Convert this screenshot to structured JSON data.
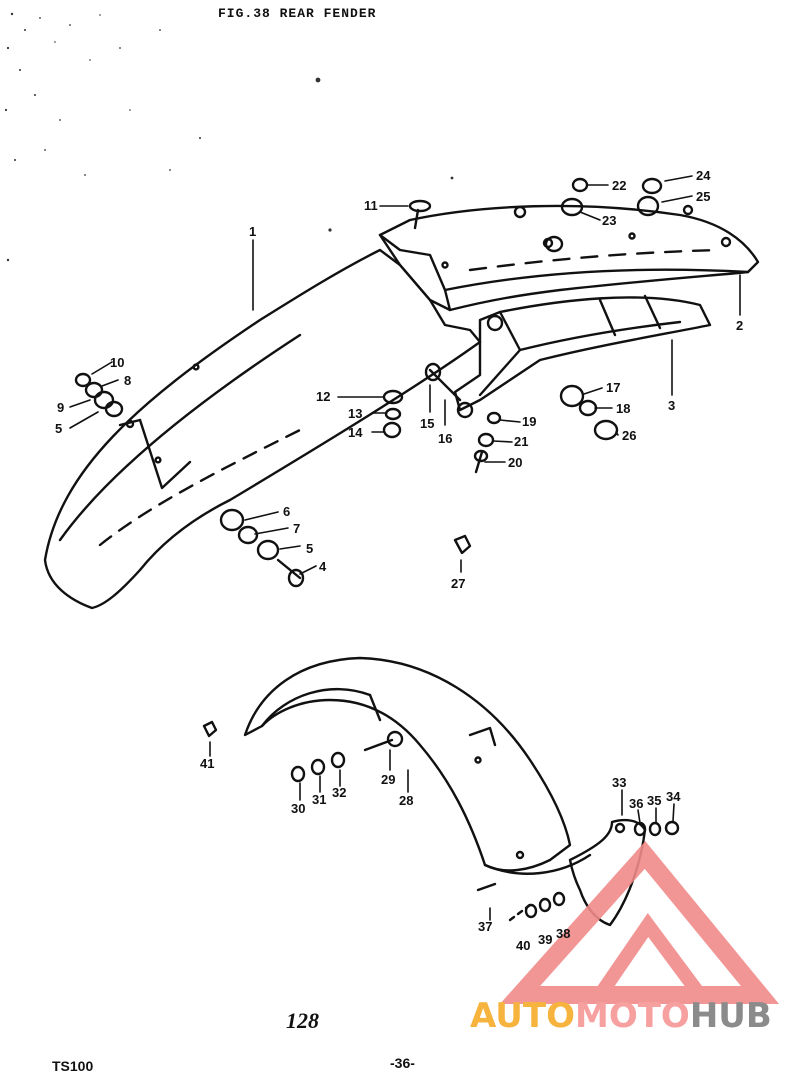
{
  "figure": {
    "title": "FIG.38 REAR FENDER",
    "page_number": "128",
    "model": "TS100",
    "footer": "-36-"
  },
  "watermark": {
    "part_a": "AUTO",
    "part_b": "MOTO",
    "part_c": "HUB",
    "color_a": "#f6b33d",
    "color_b": "#f7a0a0",
    "color_c": "#8b8b8b",
    "triangle_color": "#f08a8a"
  },
  "callouts": {
    "c1": "1",
    "c2": "2",
    "c3": "3",
    "c4": "4",
    "c5a": "5",
    "c5b": "5",
    "c6": "6",
    "c7": "7",
    "c8": "8",
    "c9": "9",
    "c10": "10",
    "c11": "11",
    "c12": "12",
    "c13": "13",
    "c14": "14",
    "c15": "15",
    "c16": "16",
    "c17": "17",
    "c18": "18",
    "c19": "19",
    "c20": "20",
    "c21": "21",
    "c22": "22",
    "c23": "23",
    "c24": "24",
    "c25": "25",
    "c26": "26",
    "c27": "27",
    "c28": "28",
    "c29": "29",
    "c30": "30",
    "c31": "31",
    "c32": "32",
    "c33": "33",
    "c34": "34",
    "c35": "35",
    "c36": "36",
    "c37": "37",
    "c38": "38",
    "c39": "39",
    "c40": "40",
    "c41": "41"
  }
}
